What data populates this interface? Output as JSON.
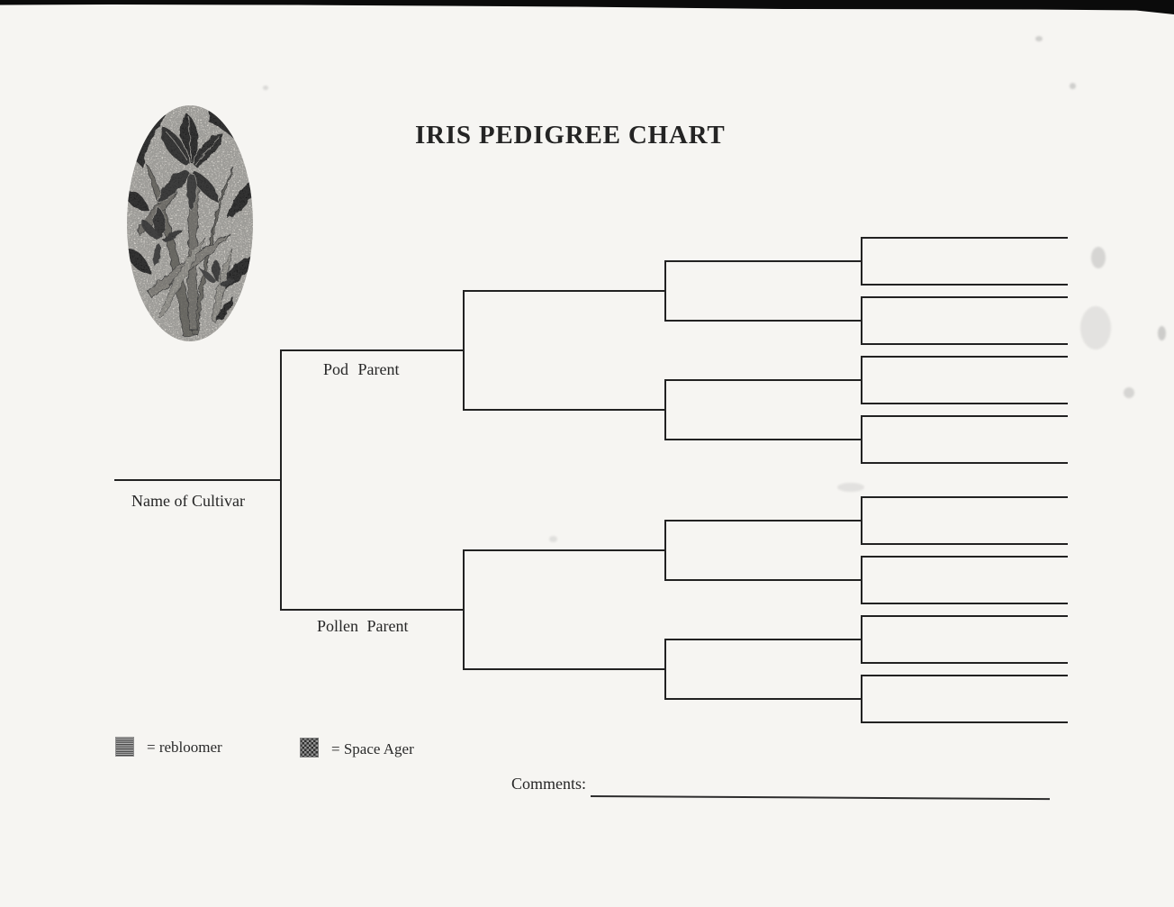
{
  "title": "IRIS PEDIGREE CHART",
  "labels": {
    "cultivar": "Name of Cultivar",
    "pod_parent": "Pod Parent",
    "pollen_parent": "Pollen Parent"
  },
  "legend": {
    "items": [
      {
        "name": "rebloomer",
        "label": "= rebloomer",
        "swatch": "gray-lined-halftone-square",
        "swatch_color": "#7c7c7c"
      },
      {
        "name": "space-ager",
        "label": "= Space Ager",
        "swatch": "gray-checker-halftone-square",
        "swatch_color": "#5f5f5f"
      }
    ]
  },
  "comments": {
    "label": "Comments:",
    "value": ""
  },
  "structure": {
    "generations": [
      {
        "level": 0,
        "role": "cultivar",
        "slots": 1
      },
      {
        "level": 1,
        "role": "parents",
        "slots": 2
      },
      {
        "level": 2,
        "role": "grandparents",
        "slots": 4
      },
      {
        "level": 3,
        "role": "great-grandparents",
        "slots": 8
      },
      {
        "level": 4,
        "role": "great-great-grandparents",
        "slots": 16
      }
    ],
    "all_name_slots_blank": true
  },
  "illustration": {
    "name": "iris-engraving-oval"
  },
  "colors": {
    "paper": "#f6f5f2",
    "ink": "#222222",
    "scan_edge": "#0b0b0b"
  }
}
